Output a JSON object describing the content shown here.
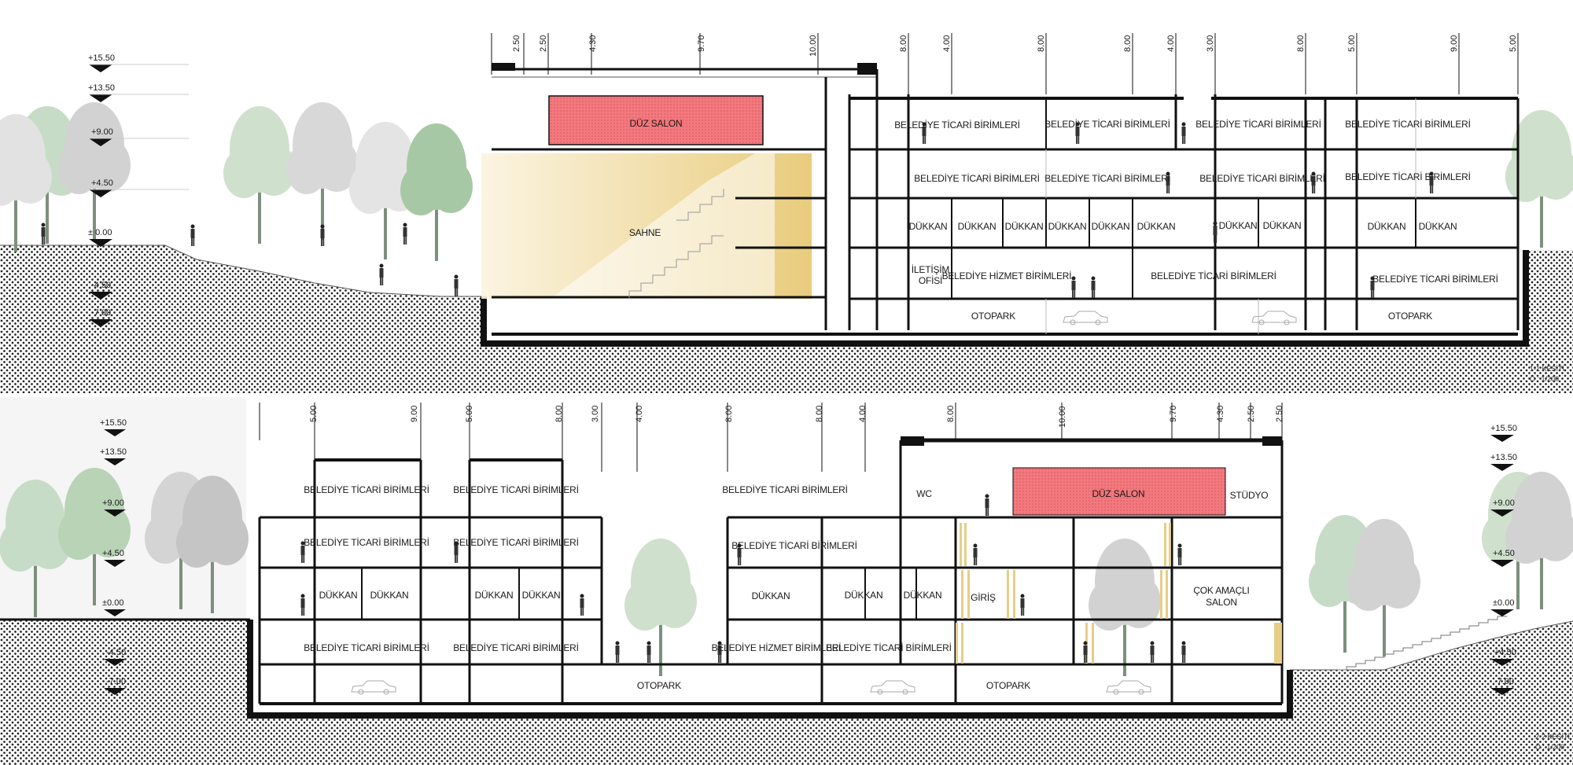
{
  "section1": {
    "title": "1-1 KESİTİ",
    "scale": "Ö : 1/200",
    "levels": [
      "+15.50",
      "+13.50",
      "+9.00",
      "+4.50",
      "± 0.00",
      "-4.50",
      "-7.00"
    ],
    "dims": [
      "2.50",
      "2.50",
      "4.30",
      "9.70",
      "10.00",
      "8.00",
      "4.00",
      "8.00",
      "8.00",
      "4.00",
      "3.00",
      "8.00",
      "5.00",
      "9.00",
      "5.00"
    ],
    "rooms": {
      "duz_salon": "DÜZ SALON",
      "sahne": "SAHNE",
      "btb": "BELEDİYE TİCARİ BİRİMLERİ",
      "dukkan": "DÜKKAN",
      "iletisim": "İLETİŞİM",
      "ofisi": "OFİSİ",
      "bhb": "BELEDİYE HİZMET BİRİMLERİ",
      "otopark": "OTOPARK"
    }
  },
  "section2": {
    "title": "2-2 KESİTİ",
    "scale": "Ö : 1/200",
    "levels_left": [
      "+15.50",
      "+13.50",
      "+9.00",
      "+4.50",
      "±0.00",
      "-4.50",
      "-7.00"
    ],
    "levels_right": [
      "+15.50",
      "+13.50",
      "+9.00",
      "+4.50",
      "±0.00",
      "+4.50",
      "-7.00"
    ],
    "dims": [
      "5.00",
      "9.00",
      "5.00",
      "8.00",
      "3.00",
      "4.00",
      "8.00",
      "8.00",
      "4.00",
      "8.00",
      "10.00",
      "9.70",
      "4.30",
      "2.50",
      "2.50"
    ],
    "rooms": {
      "btb": "BELEDİYE TİCARİ BİRİMLERİ",
      "dukkan": "DÜKKAN",
      "bhb": "BELEDİYE HİZMET BİRİMLERİ",
      "otopark": "OTOPARK",
      "wc": "WC",
      "duz_salon": "DÜZ SALON",
      "studyo": "STÜDYO",
      "giris": "GİRİŞ",
      "cok_amacli": "ÇOK AMAÇLI",
      "salon": "SALON"
    }
  },
  "colors": {
    "hall": "#f08a8e",
    "stage": "#e8cf8a",
    "tree": "#a9c9a8",
    "treeGrey": "#c9c9c9",
    "structure": "#111111"
  }
}
